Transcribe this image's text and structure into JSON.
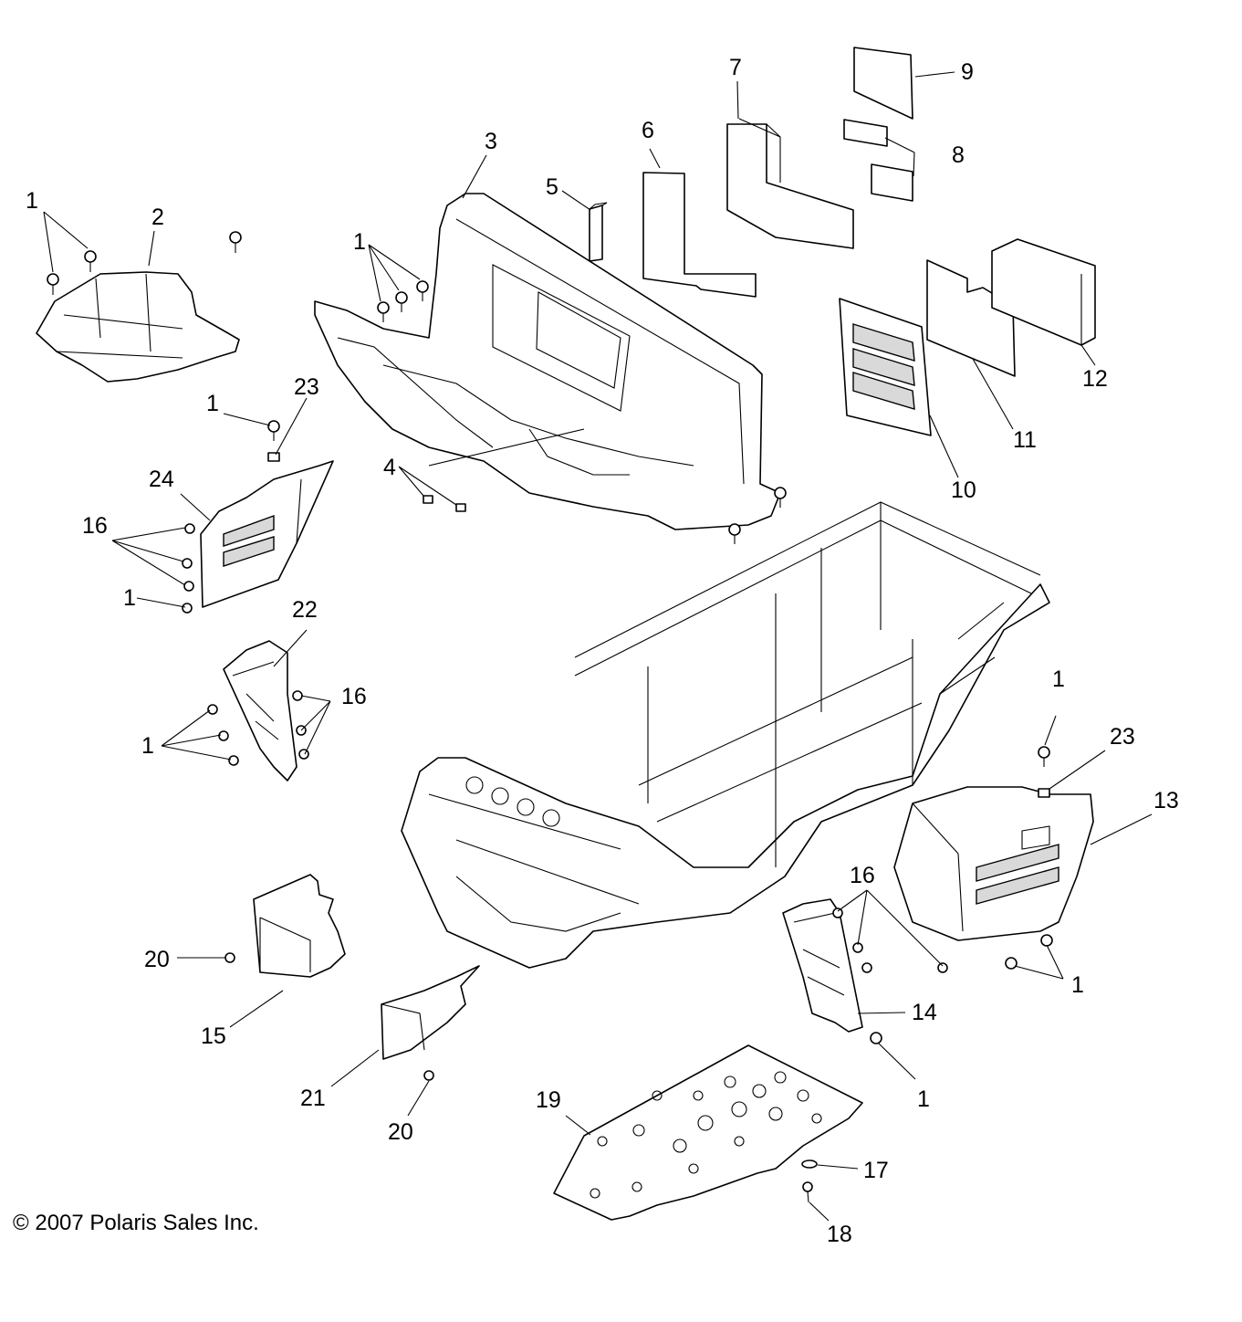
{
  "callouts": {
    "c1a": "1",
    "c1b": "1",
    "c1c": "1",
    "c1d": "1",
    "c1e": "1",
    "c1f": "1",
    "c1g": "1",
    "c1h": "1",
    "c2": "2",
    "c3": "3",
    "c4": "4",
    "c5": "5",
    "c6": "6",
    "c7": "7",
    "c8": "8",
    "c9": "9",
    "c10": "10",
    "c11": "11",
    "c12": "12",
    "c13": "13",
    "c14": "14",
    "c15": "15",
    "c16a": "16",
    "c16b": "16",
    "c16c": "16",
    "c17": "17",
    "c18": "18",
    "c19": "19",
    "c20a": "20",
    "c20b": "20",
    "c21": "21",
    "c22": "22",
    "c23a": "23",
    "c23b": "23",
    "c24": "24"
  },
  "footer": {
    "copyright": "© 2007 Polaris Sales Inc."
  }
}
